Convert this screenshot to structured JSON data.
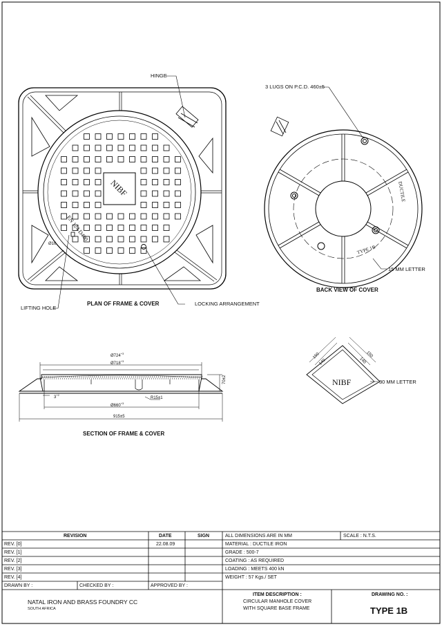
{
  "labels": {
    "hinge": "HINGE",
    "lugs": "3 LUGS ON P.C.D. 460±5",
    "lifting_hole": "LIFTING HOLE",
    "locking": "LOCKING ARRANGEMENT",
    "plan_title": "PLAN OF FRAME & COVER",
    "back_title": "BACK VIEW OF COVER",
    "letter15": "15 MM LETTER",
    "letter30": "30 MM LETTER",
    "section_title": "SECTION OF FRAME & COVER",
    "nibf": "NIBF",
    "en124": "EN 124 D400",
    "dia16": "Ø16",
    "ductile": "DUCTILE",
    "type1b": "TYPE 1B"
  },
  "dims": {
    "d724": "Ø724",
    "d718": "Ø718",
    "d660": "Ø660",
    "w915": "915±5",
    "h70": "70±2",
    "r15": "R15±1",
    "t3": "3",
    "s150a": "150",
    "s140a": "140",
    "s150b": "150",
    "s140b": "140"
  },
  "title_block": {
    "revision_hdr": "REVISION",
    "date_hdr": "DATE",
    "sign_hdr": "SIGN",
    "revs": [
      "REV. [0]",
      "REV. [1]",
      "REV. [2]",
      "REV. [3]",
      "REV. [4]"
    ],
    "rev0_date": "22.08.09",
    "notes": [
      "ALL DIMENSIONS ARE IN MM",
      "MATERIAL : DUCTILE IRON",
      "GRADE : 500-7",
      "COATING : AS REQUIRED",
      "LOADING : MEETS 400 kN",
      "WEIGHT : 57 Kgs./ SET"
    ],
    "scale": "SCALE : N.T.S.",
    "drawn_by": "DRAWN BY :",
    "checked_by": "CHECKED BY :",
    "approved_by": "APPROVED BY :",
    "company": "NATAL IRON AND BRASS FOUNDRY CC",
    "country": "SOUTH AFRICA",
    "item_hdr": "ITEM DESCRIPTION :",
    "item_line1": "CIRCULAR MANHOLE COVER",
    "item_line2": "WITH SQUARE BASE FRAME",
    "drawing_no_hdr": "DRAWING NO. :",
    "drawing_no": "TYPE 1B"
  }
}
